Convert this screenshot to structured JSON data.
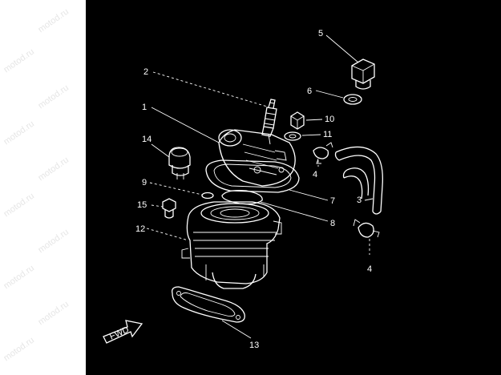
{
  "watermark_text": "motod.ru",
  "callouts": {
    "c1": "1",
    "c2": "2",
    "c3": "3",
    "c4a": "4",
    "c4b": "4",
    "c5": "5",
    "c6": "6",
    "c7": "7",
    "c8": "8",
    "c9": "9",
    "c10": "10",
    "c11": "11",
    "c12": "12",
    "c13": "13",
    "c14": "14",
    "c15": "15"
  },
  "fwd_label": "FWD",
  "colors": {
    "background": "#000000",
    "line": "#ffffff",
    "page": "#ffffff"
  }
}
